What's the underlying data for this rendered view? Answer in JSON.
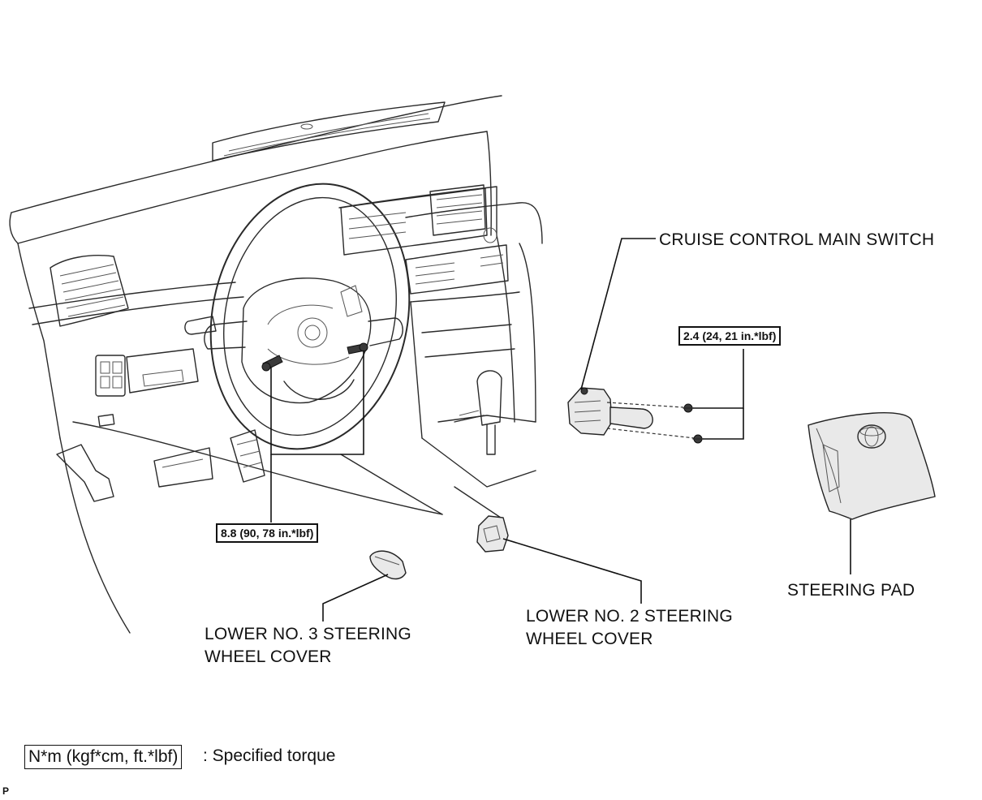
{
  "labels": {
    "cruise_switch": "CRUISE CONTROL MAIN SWITCH",
    "steering_pad": "STEERING PAD",
    "lower_cover_2_line1": "LOWER NO. 2 STEERING",
    "lower_cover_2_line2": "WHEEL COVER",
    "lower_cover_3_line1": "LOWER NO. 3 STEERING",
    "lower_cover_3_line2": "WHEEL COVER"
  },
  "torque": {
    "switch_screws": "2.4 (24, 21 in.*lbf)",
    "pad_screws": "8.8 (90, 78 in.*lbf)"
  },
  "legend": {
    "unit_box": "N*m (kgf*cm, ft.*lbf)",
    "description": ": Specified torque"
  },
  "corner_mark": "P"
}
